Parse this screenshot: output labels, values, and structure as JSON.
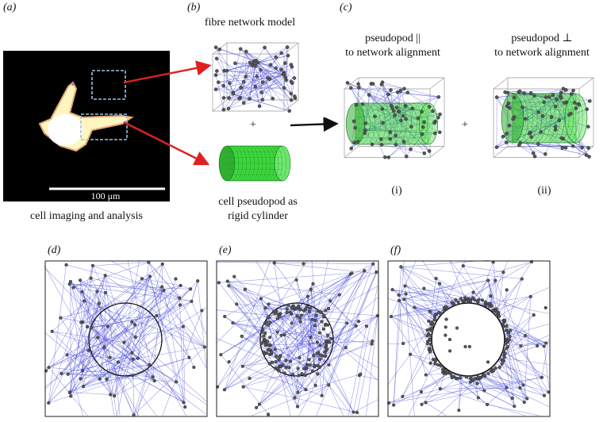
{
  "panels": {
    "a": {
      "label": "(a)",
      "caption": "cell imaging and analysis",
      "scale_bar": "100 μm"
    },
    "b": {
      "label": "(b)",
      "title": "fibre network model",
      "plus": "+",
      "caption_line1": "cell pseudopod as",
      "caption_line2": "rigid cylinder"
    },
    "c": {
      "label": "(c)",
      "plus": "+",
      "i": {
        "line1": "pseudopod ||",
        "line2": "to network alignment",
        "tag": "(i)"
      },
      "ii": {
        "line1": "pseudopod ⊥",
        "line2": "to network alignment",
        "tag": "(ii)"
      }
    },
    "d": {
      "label": "(d)"
    },
    "e": {
      "label": "(e)"
    },
    "f": {
      "label": "(f)"
    }
  },
  "colors": {
    "fibre": "#3a3fd4",
    "cylinder": "#3cd63c",
    "arrow_red": "#e02020",
    "node": "#555555"
  }
}
